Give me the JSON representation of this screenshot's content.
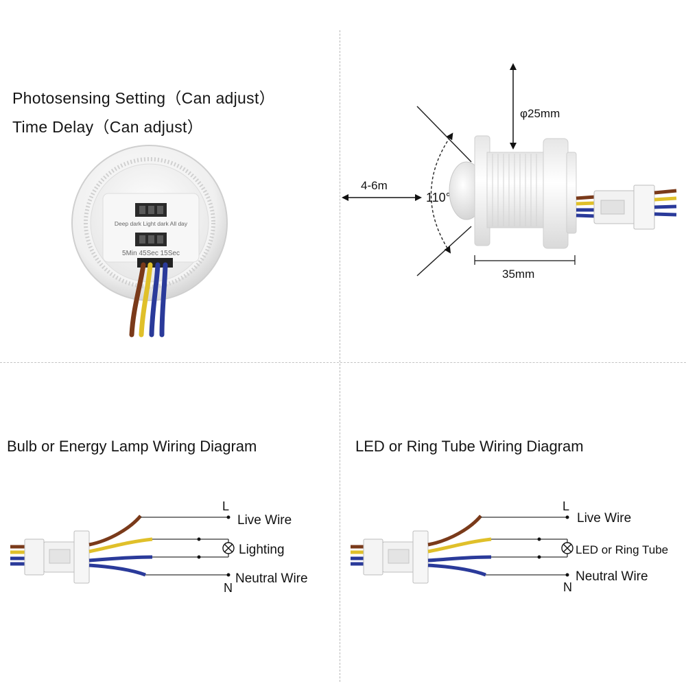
{
  "panels": {
    "settings": {
      "title_photosensing": "Photosensing Setting（Can adjust）",
      "title_delay": "Time Delay（Can adjust）",
      "switch1_labels": "Deep dark Light dark All day",
      "switch2_labels": "5Min 45Sec 15Sec"
    },
    "dimensions": {
      "diameter": "φ25mm",
      "range": "4-6m",
      "angle": "110°",
      "length": "35mm"
    },
    "bulb_wiring": {
      "title": "Bulb or Energy Lamp Wiring Diagram",
      "L": "L",
      "N": "N",
      "live": "Live Wire",
      "load": "Lighting",
      "neutral": "Neutral Wire"
    },
    "led_wiring": {
      "title": "LED or Ring Tube Wiring Diagram",
      "L": "L",
      "N": "N",
      "live": "Live Wire",
      "load": "LED or Ring Tube",
      "neutral": "Neutral Wire"
    }
  },
  "colors": {
    "brown_wire": "#7a3a1a",
    "yellow_wire": "#e0c02a",
    "blue_wire": "#2a3a9a",
    "divider": "#b8b8b8"
  }
}
